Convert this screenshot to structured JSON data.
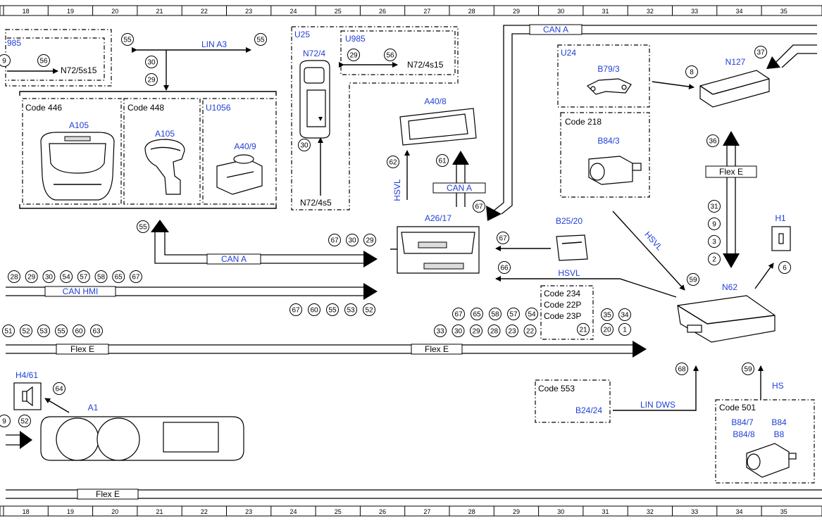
{
  "ruler": {
    "top": [
      "18",
      "19",
      "20",
      "21",
      "22",
      "23",
      "24",
      "25",
      "26",
      "27",
      "28",
      "29",
      "30",
      "31",
      "32",
      "33",
      "34",
      "35"
    ],
    "bottom": [
      "18",
      "19",
      "20",
      "21",
      "22",
      "23",
      "24",
      "25",
      "26",
      "27",
      "28",
      "29",
      "30",
      "31",
      "32",
      "33",
      "34",
      "35"
    ]
  },
  "groups": {
    "code446": "Code 446",
    "code448": "Code 448",
    "u1056": "U1056",
    "u25": "U25",
    "u985_mid": "U985",
    "u985_left": "985",
    "u24": "U24",
    "code218": "Code 218",
    "code234": [
      "Code 234",
      "Code 22P",
      "Code 23P"
    ],
    "code553": "Code 553",
    "code501": "Code 501"
  },
  "components": {
    "a105_1": "A105",
    "a105_2": "A105",
    "a40_9": "A40/9",
    "n72_4": "N72/4",
    "a40_8": "A40/8",
    "a26_17": "A26/17",
    "b25_20": "B25/20",
    "b79_3": "B79/3",
    "b84_3": "B84/3",
    "n127": "N127",
    "h1": "H1",
    "n62": "N62",
    "b24_24": "B24/24",
    "b84_7": "B84/7",
    "b84_8": "B84/8",
    "b84": "B84",
    "b8": "B8",
    "h4_61": "H4/61",
    "a1": "A1"
  },
  "wires": {
    "n72_5s15": "N72/5s15",
    "n72_4s15": "N72/4s15",
    "n72_4s5": "N72/4s5"
  },
  "buses": {
    "lin_a3": "LIN A3",
    "can_a_top": "CAN A",
    "can_a_mid": "CAN A",
    "can_a_left": "CAN A",
    "can_hmi": "CAN HMI",
    "flex_e_1": "Flex E",
    "flex_e_2": "Flex E",
    "flex_e_3": "Flex E",
    "flex_e_bottom": "Flex E",
    "hsvl_v": "HSVL",
    "hsvl_h": "HSVL",
    "hsvl_d": "HSVL",
    "lin_dws": "LIN DWS",
    "hs": "HS"
  },
  "circles": {
    "c55a": "55",
    "c55b": "55",
    "c30a": "30",
    "c29a": "29",
    "c9a": "9",
    "c56a": "56",
    "c29b": "29",
    "c56b": "56",
    "c30b": "30",
    "c62": "62",
    "c61": "61",
    "c67a": "67",
    "c55c": "55",
    "c67b": "67",
    "c30c": "30",
    "c29c": "29",
    "c67c": "67",
    "c66": "66",
    "c8": "8",
    "c37": "37",
    "c36": "36",
    "c31": "31",
    "c9b": "9",
    "c3": "3",
    "c2": "2",
    "c59a": "59",
    "c6": "6",
    "r1": [
      "28",
      "29",
      "30",
      "54",
      "57",
      "58",
      "65",
      "67"
    ],
    "r2": [
      "67",
      "60",
      "55",
      "53",
      "52"
    ],
    "r3": [
      "51",
      "52",
      "53",
      "55",
      "60",
      "63"
    ],
    "r4a": [
      "67",
      "65",
      "58",
      "57",
      "54"
    ],
    "r4b": [
      "33",
      "30",
      "29",
      "28",
      "23",
      "22"
    ],
    "c21": "21",
    "c35": "35",
    "c34": "34",
    "c20": "20",
    "c1": "1",
    "c64": "64",
    "c9c": "9",
    "c52": "52",
    "c68": "68",
    "c59b": "59"
  }
}
